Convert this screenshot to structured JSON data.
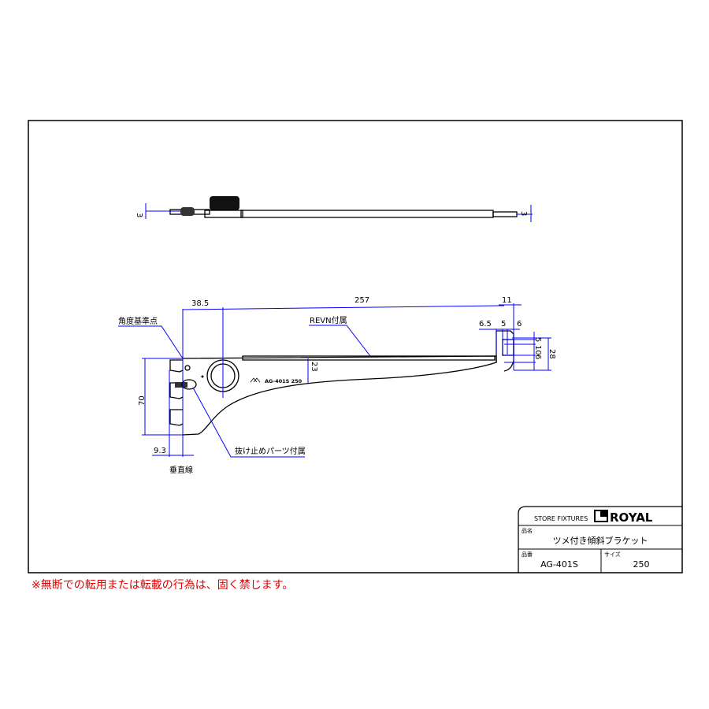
{
  "drawing": {
    "top_view": {
      "dim_left": "3",
      "dim_right": "3"
    },
    "side_view": {
      "dims": {
        "offset_to_center": "38.5",
        "length": "257",
        "end_width": "11",
        "end_a": "6.5",
        "end_b": "5",
        "end_c": "6",
        "height_total": "28",
        "height_a": "5",
        "height_b": "10",
        "height_c": "6",
        "bar_depth": "23",
        "bracket_height": "70",
        "hook_offset": "9.3"
      },
      "labels": {
        "angle_reference": "角度基準点",
        "revn": "REVN付属",
        "stopper": "抜け止めパーツ付属",
        "vertical_line": "垂直線",
        "engraving": "AG-401S 250"
      }
    }
  },
  "title_block": {
    "company_sub": "STORE FIXTURES",
    "brand": "ROYAL",
    "name_label": "品名",
    "name_value": "ツメ付き傾斜ブラケット",
    "part_label": "品番",
    "part_value": "AG-401S",
    "size_label": "サイズ",
    "size_value": "250"
  },
  "notice": "※無断での転用または転載の行為は、固く禁じます。"
}
